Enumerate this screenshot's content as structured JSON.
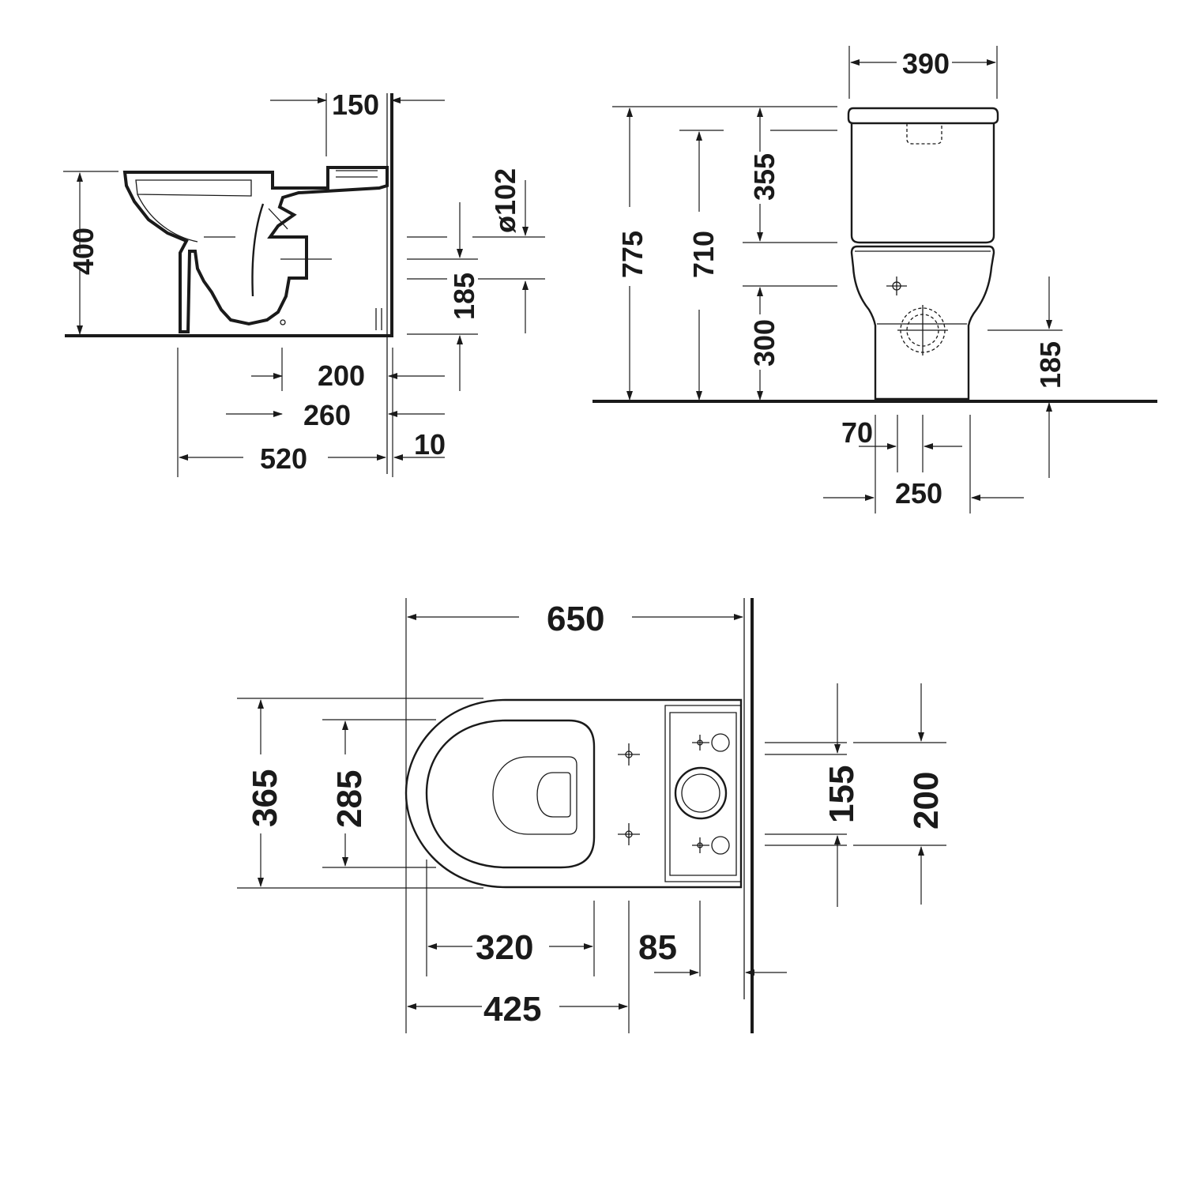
{
  "colors": {
    "line": "#1a1a1a",
    "background": "#ffffff"
  },
  "side_view": {
    "dim_top_width": "150",
    "dim_seat_height": "400",
    "dim_outlet_diameter": "ø102",
    "dim_outlet_height": "185",
    "dim_200": "200",
    "dim_260": "260",
    "dim_length": "520",
    "dim_wall_gap": "10"
  },
  "front_view": {
    "dim_cistern_width": "390",
    "dim_total_height": "775",
    "dim_710": "710",
    "dim_cistern_355": "355",
    "dim_bowl_300": "300",
    "dim_outlet_185": "185",
    "dim_70": "70",
    "dim_foot_250": "250"
  },
  "top_view": {
    "dim_total_length": "650",
    "dim_width_365": "365",
    "dim_seat_285": "285",
    "dim_155": "155",
    "dim_200": "200",
    "dim_320": "320",
    "dim_85": "85",
    "dim_425": "425"
  }
}
